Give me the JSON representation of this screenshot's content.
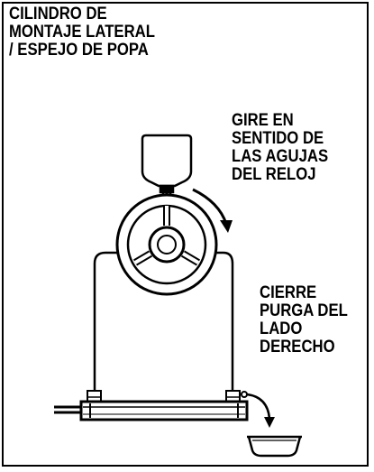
{
  "title": {
    "line1": "CILINDRO DE",
    "line2": "MONTAJE LATERAL",
    "line3": "/ ESPEJO DE POPA"
  },
  "rotate_label": {
    "line1": "GIRE EN",
    "line2": "SENTIDO DE",
    "line3": "LAS AGUJAS",
    "line4": "DEL RELOJ"
  },
  "bleed_label": {
    "line1": "CIERRE",
    "line2": "PURGA DEL",
    "line3": "LADO",
    "line4": "DERECHO"
  }
}
